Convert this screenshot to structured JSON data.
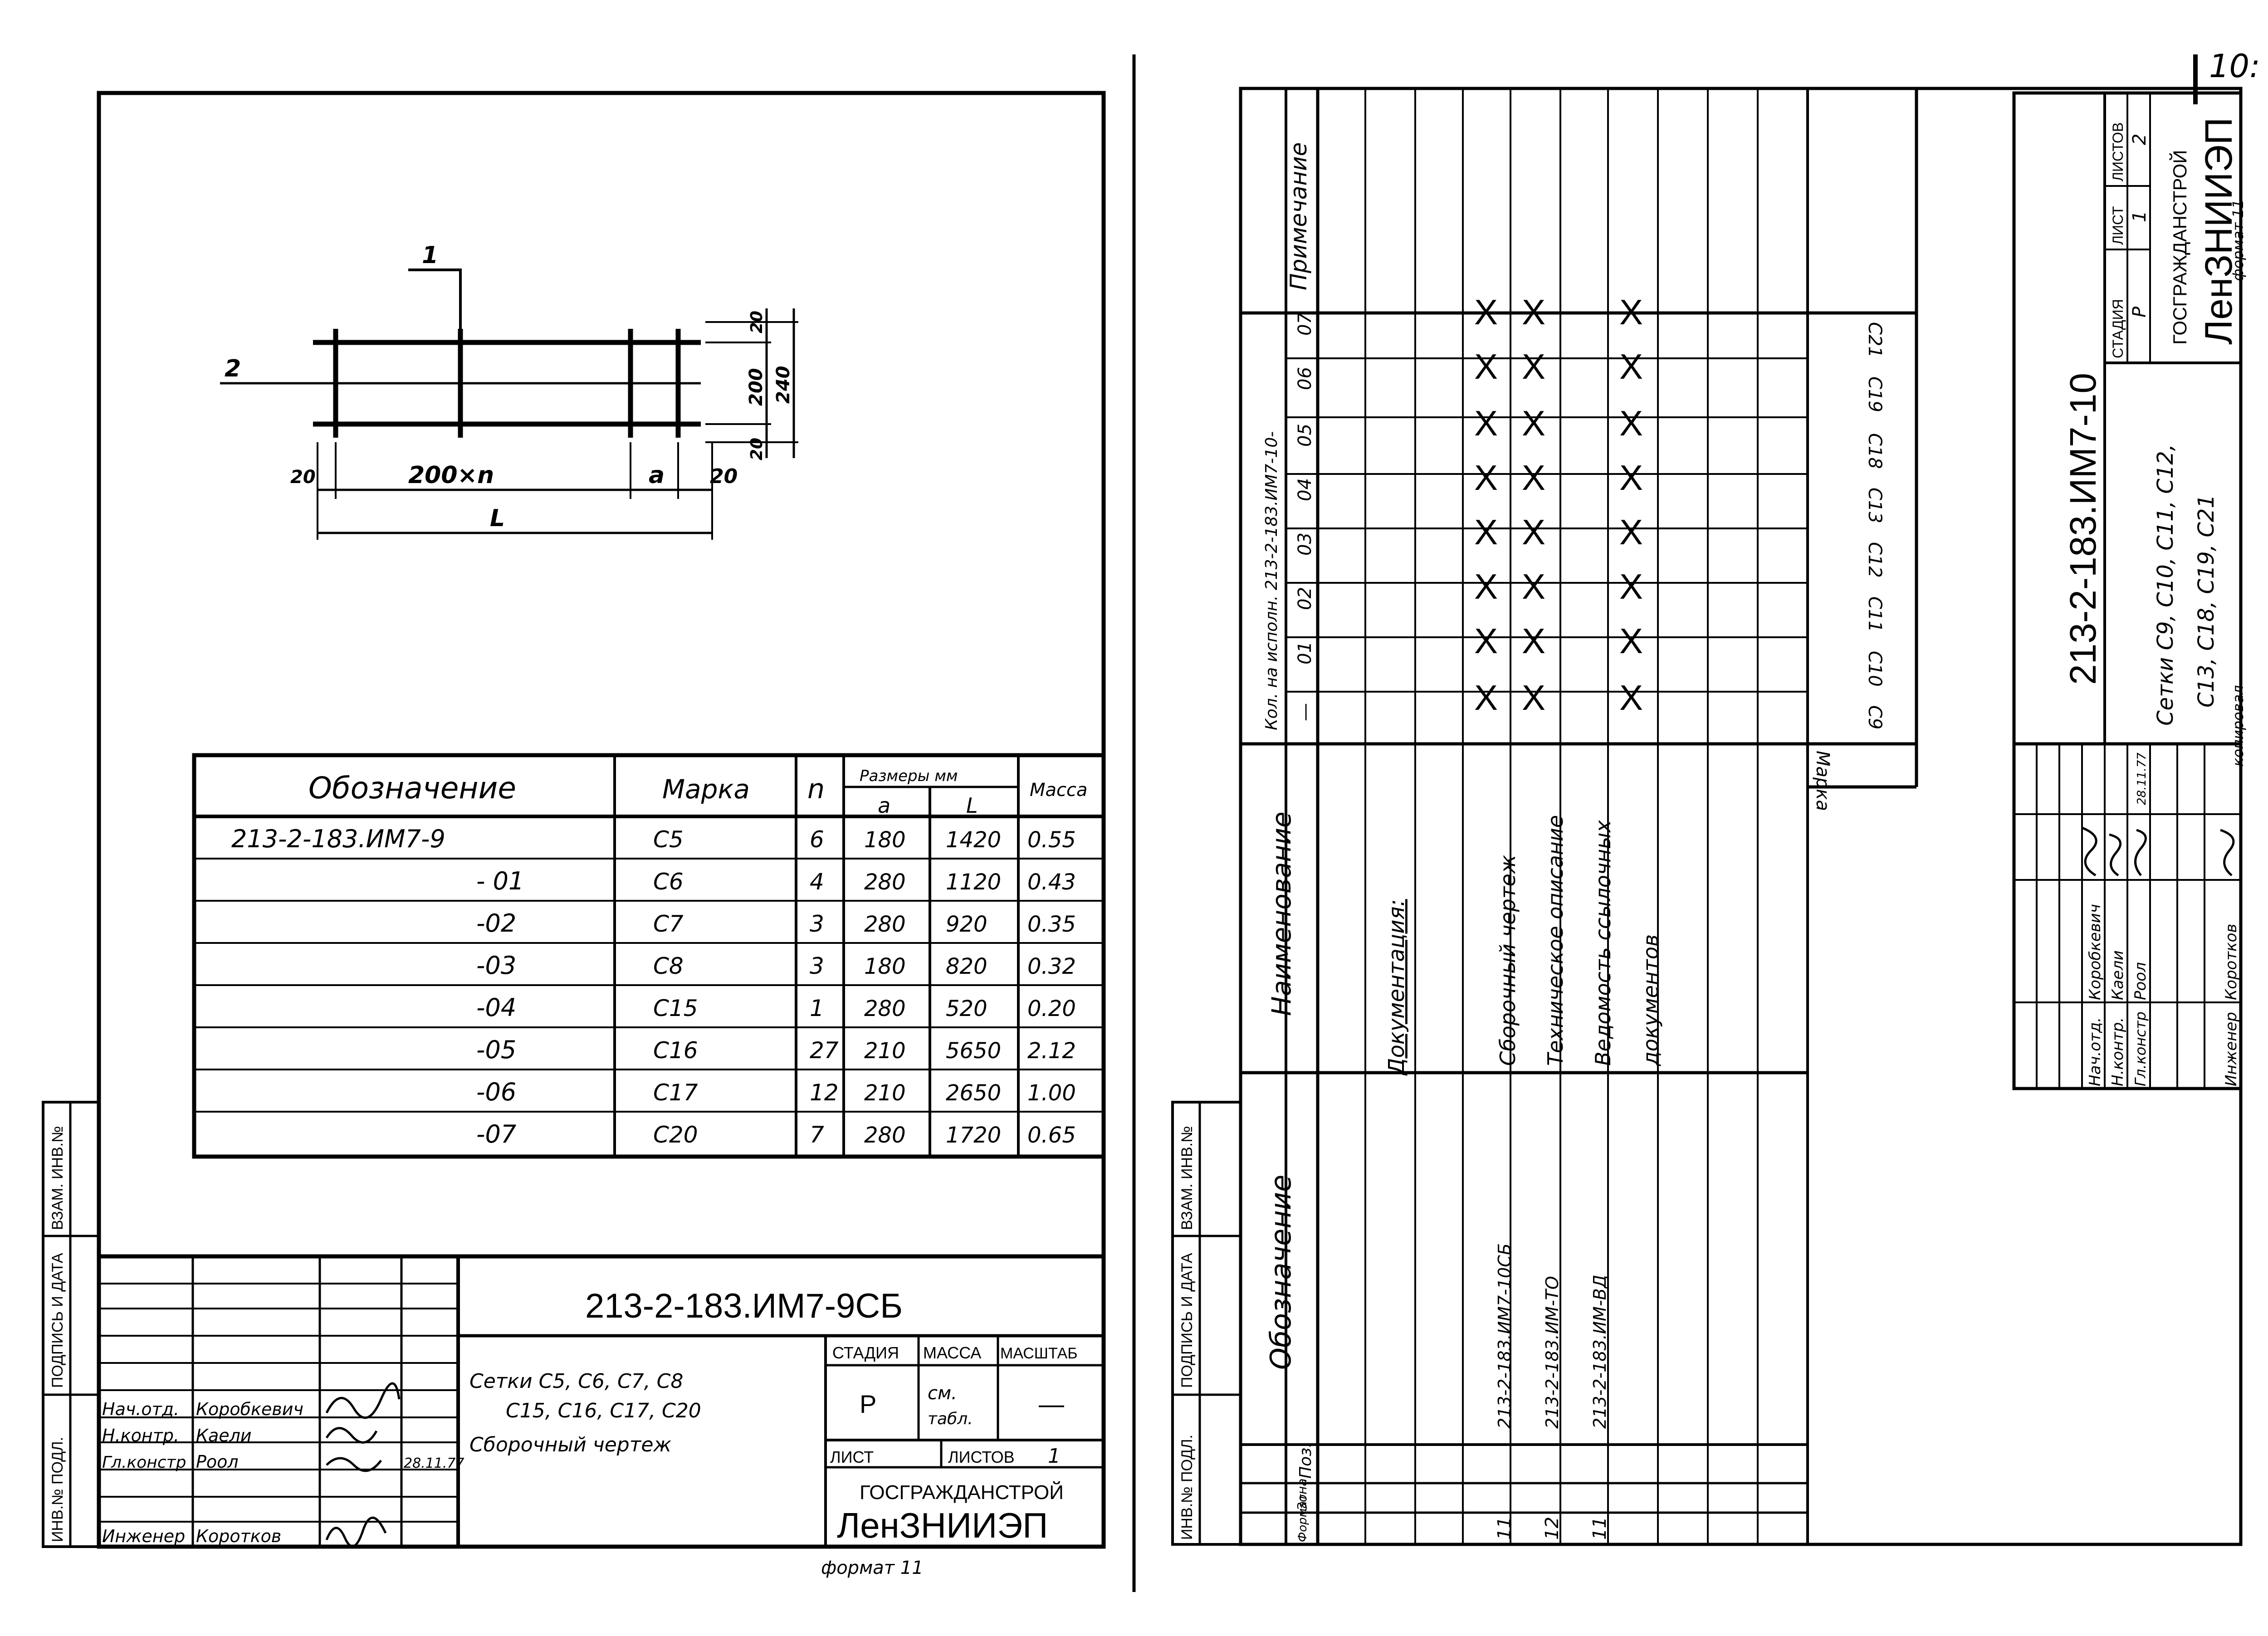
{
  "page_number": "10:",
  "left_sheet": {
    "drawing": {
      "labels": {
        "pos1": "1",
        "pos2": "2",
        "spacing": "200×n",
        "a": "a",
        "length": "L",
        "end_left": "20",
        "end_right": "20",
        "top_off": "20",
        "inner": "200",
        "bot_off": "20",
        "total": "240"
      }
    },
    "table": {
      "headers": {
        "designation": "Обозначение",
        "mark": "Марка",
        "n": "n",
        "sizes": "Размеры мм",
        "a": "a",
        "L": "L",
        "mass": "Масса"
      },
      "rows": [
        {
          "designation": "213-2-183.ИМ7-9",
          "mark": "С5",
          "n": "6",
          "a": "180",
          "L": "1420",
          "mass": "0.55"
        },
        {
          "designation": "- 01",
          "mark": "С6",
          "n": "4",
          "a": "280",
          "L": "1120",
          "mass": "0.43"
        },
        {
          "designation": "-02",
          "mark": "С7",
          "n": "3",
          "a": "280",
          "L": "920",
          "mass": "0.35"
        },
        {
          "designation": "-03",
          "mark": "С8",
          "n": "3",
          "a": "180",
          "L": "820",
          "mass": "0.32"
        },
        {
          "designation": "-04",
          "mark": "С15",
          "n": "1",
          "a": "280",
          "L": "520",
          "mass": "0.20"
        },
        {
          "designation": "-05",
          "mark": "С16",
          "n": "27",
          "a": "210",
          "L": "5650",
          "mass": "2.12"
        },
        {
          "designation": "-06",
          "mark": "С17",
          "n": "12",
          "a": "210",
          "L": "2650",
          "mass": "1.00"
        },
        {
          "designation": "-07",
          "mark": "С20",
          "n": "7",
          "a": "280",
          "L": "1720",
          "mass": "0.65"
        }
      ]
    },
    "title_block": {
      "doc_code": "213-2-183.ИМ7-9СБ",
      "title_line1": "Сетки С5, С6, С7, С8",
      "title_line2": "С15, С16, С17, С20",
      "title_line3": "Сборочный чертеж",
      "stage_label": "СТАДИЯ",
      "mass_label": "МАССА",
      "scale_label": "МАСШТАБ",
      "stage_value": "Р",
      "mass_value_1": "см.",
      "mass_value_2": "табл.",
      "scale_value": "—",
      "sheet_label": "ЛИСТ",
      "sheets_label": "ЛИСТОВ",
      "sheets_value": "1",
      "org_1": "ГОСГРАЖДАНСТРОЙ",
      "org_2": "ЛенЗНИИЭП",
      "staff": [
        {
          "role": "Нач.отд.",
          "name": "Коробкевич"
        },
        {
          "role": "Н.контр.",
          "name": "Каели"
        },
        {
          "role": "Гл.констр",
          "name": "Роол",
          "date": "28.11.77"
        },
        {
          "role": "Инженер",
          "name": "Коротков"
        }
      ]
    },
    "side_stamp": [
      "ИНВ.№ ПОДЛ.",
      "ПОДПИСЬ И ДАТА",
      "ВЗАМ. ИНВ.№"
    ],
    "format_label": "формат 11"
  },
  "right_sheet": {
    "spec_headers": {
      "format": "Формат",
      "zone": "Зона",
      "pos": "Поз.",
      "designation": "Обозначение",
      "name": "Наименование",
      "qty": "Кол. на исполн. 213-2-183.ИМ7-10-",
      "note": "Примечание",
      "mark": "Марка"
    },
    "variant_cols": [
      "—",
      "01",
      "02",
      "03",
      "04",
      "05",
      "06",
      "07"
    ],
    "marks": [
      "С9",
      "С10",
      "С11",
      "С12",
      "С13",
      "С18",
      "С19",
      "С21"
    ],
    "section_title": "Документация:",
    "rows": [
      {
        "format": "11",
        "designation": "213-2-183.ИМ7-10СБ",
        "name": "Сборочный чертеж",
        "x": "X"
      },
      {
        "format": "12",
        "designation": "213-2-183.ИМ-ТО",
        "name": "Техническое описание",
        "x": "X"
      },
      {
        "format": "11",
        "designation": "213-2-183.ИМ-ВД",
        "name": "Ведомость ссылочных",
        "name2": "документов",
        "x": "X"
      }
    ],
    "title_block": {
      "doc_code": "213-2-183.ИМ7-10",
      "title_line1": "Сетки С9, С10, С11, С12,",
      "title_line2": "С13, С18, С19, С21",
      "stage_label": "СТАДИЯ",
      "sheet_label": "ЛИСТ",
      "sheets_label": "ЛИСТОВ",
      "stage_value": "Р",
      "sheet_value": "1",
      "sheets_value": "2",
      "org_1": "ГОСГРАЖДАНСТРОЙ",
      "org_2": "ЛенЗНИИЭП",
      "staff": [
        {
          "role": "Нач.отд.",
          "name": "Коробкевич"
        },
        {
          "role": "Н.контр.",
          "name": "Каели"
        },
        {
          "role": "Гл.констр",
          "name": "Роол",
          "date": "28.11.77"
        },
        {
          "role": "Инженер",
          "name": "Коротков"
        }
      ]
    },
    "side_stamp": [
      "ИНВ.№ ПОДЛ.",
      "ПОДПИСЬ И ДАТА",
      "ВЗАМ. ИНВ.№"
    ],
    "format_label": "формат 11",
    "copied_label": "копировал"
  }
}
